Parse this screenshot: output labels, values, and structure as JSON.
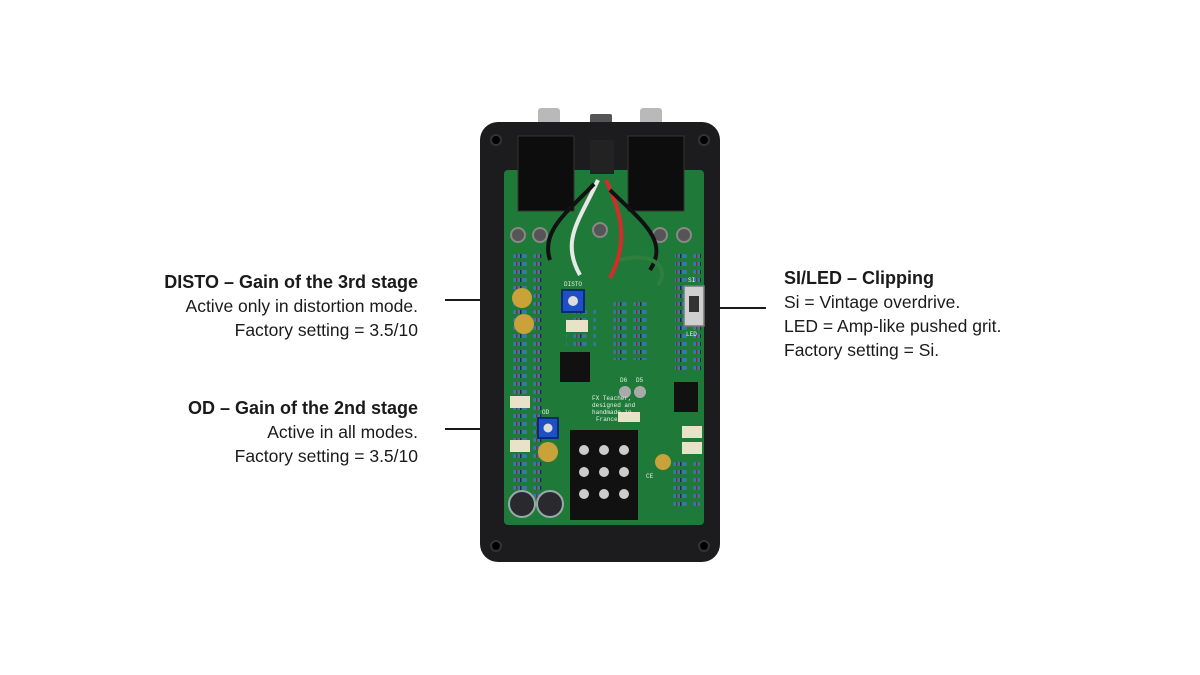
{
  "callouts": {
    "disto": {
      "title": "DISTO – Gain of the 3rd stage",
      "line1": "Active only in distortion mode.",
      "line2": "Factory setting = 3.5/10"
    },
    "od": {
      "title": "OD – Gain of the 2nd stage",
      "line1": "Active in all modes.",
      "line2": "Factory setting = 3.5/10"
    },
    "si_led": {
      "title": "SI/LED – Clipping",
      "line1": "Si = Vintage overdrive.",
      "line2": "LED = Amp-like pushed grit.",
      "line3": "Factory setting = Si."
    }
  },
  "board": {
    "label_disto": "DISTO",
    "label_od": "OD",
    "label_si": "SI",
    "label_led": "LED",
    "label_d6": "D6",
    "label_d5": "D5",
    "label_ce": "CE",
    "maker_line1": "FX Teacher,",
    "maker_line2": "designed and",
    "maker_line3": "handmade in",
    "maker_line4": "France"
  },
  "colors": {
    "enclosure": "#1c1c1e",
    "pcb": "#1f7a3a",
    "trimmer": "#1f4fc4",
    "text": "#1a1a1a"
  }
}
